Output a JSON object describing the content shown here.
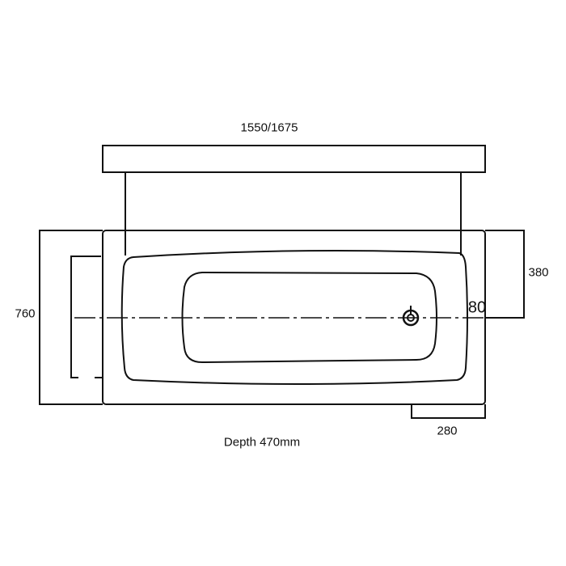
{
  "title": "Bathtub dimension drawing",
  "dimensions": {
    "length": "1550/1675",
    "width": "760",
    "drain_offset": "380",
    "drain_end": "80",
    "tap_panel": "280",
    "depth": "Depth 470mm"
  },
  "colors": {
    "line": "#111111",
    "background": "#ffffff"
  }
}
